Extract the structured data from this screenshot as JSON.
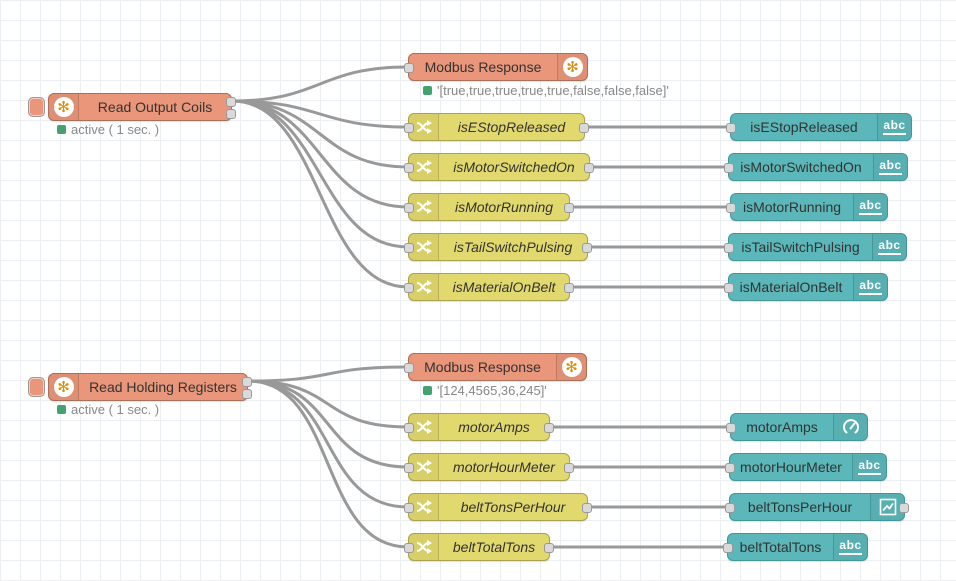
{
  "flows": {
    "group1": {
      "reader": {
        "label": "Read Output Coils",
        "status": "active ( 1 sec. )"
      },
      "response": {
        "label": "Modbus Response",
        "status": "'[true,true,true,true,true,false,false,false]'"
      },
      "switches": [
        {
          "label": "isEStopReleased"
        },
        {
          "label": "isMotorSwitchedOn"
        },
        {
          "label": "isMotorRunning"
        },
        {
          "label": "isTailSwitchPulsing"
        },
        {
          "label": "isMaterialOnBelt"
        }
      ],
      "widgets": [
        {
          "label": "isEStopReleased",
          "badge": "abc"
        },
        {
          "label": "isMotorSwitchedOn",
          "badge": "abc"
        },
        {
          "label": "isMotorRunning",
          "badge": "abc"
        },
        {
          "label": "isTailSwitchPulsing",
          "badge": "abc"
        },
        {
          "label": "isMaterialOnBelt",
          "badge": "abc"
        }
      ]
    },
    "group2": {
      "reader": {
        "label": "Read Holding Registers",
        "status": "active ( 1 sec. )"
      },
      "response": {
        "label": "Modbus Response",
        "status": "'[124,4565,36,245]'"
      },
      "switches": [
        {
          "label": "motorAmps"
        },
        {
          "label": "motorHourMeter"
        },
        {
          "label": "beltTonsPerHour"
        },
        {
          "label": "beltTotalTons"
        }
      ],
      "widgets": [
        {
          "label": "motorAmps",
          "badge": "gauge"
        },
        {
          "label": "motorHourMeter",
          "badge": "abc"
        },
        {
          "label": "beltTonsPerHour",
          "badge": "chart"
        },
        {
          "label": "beltTotalTons",
          "badge": "abc"
        }
      ]
    }
  },
  "icons": {
    "modbus_glyph": "✻",
    "text_badge": "abc"
  },
  "colors": {
    "modbus_node": "#e9967a",
    "switch_node": "#e2d96e",
    "widget_node": "#5bb7ba",
    "wire": "#999999",
    "status_dot": "#44a271",
    "status_text": "#888888",
    "port_fill": "#d9d9d9",
    "grid": "#eceff1"
  }
}
